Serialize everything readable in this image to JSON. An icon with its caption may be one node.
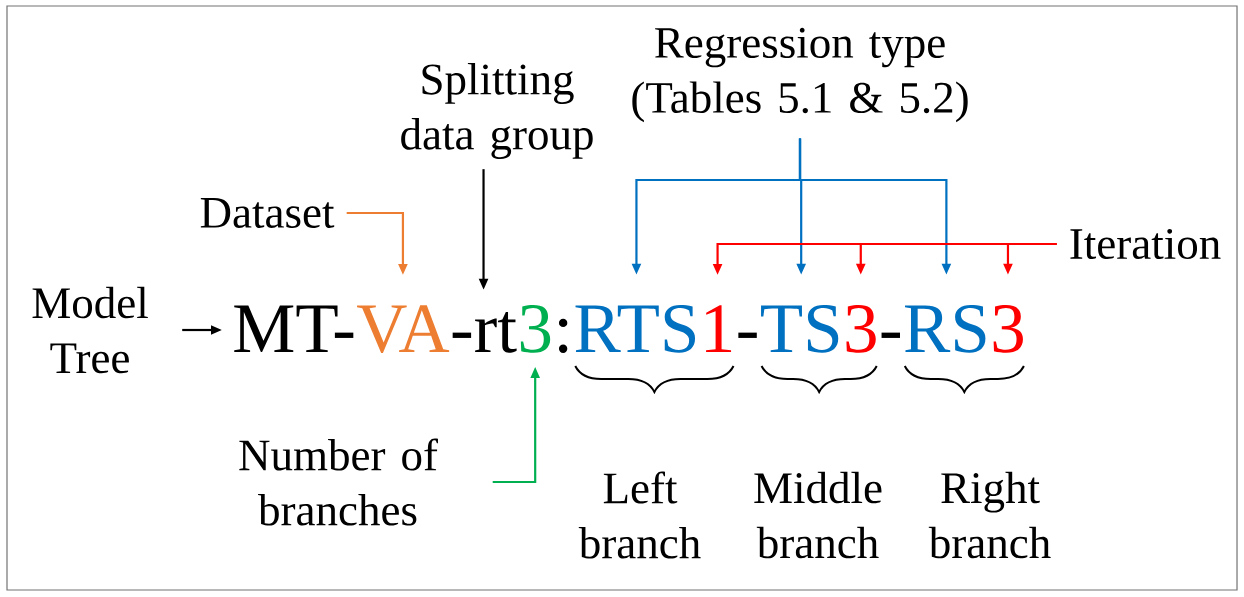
{
  "diagram": {
    "nodes": [
      {
        "text": [
          "Model Tree"
        ]
      },
      {
        "text": [
          "Dataset"
        ]
      },
      {
        "text": [
          "Splitting data group"
        ]
      },
      {
        "text": [
          "Regression type (Tables 5.1 & 5.2)"
        ]
      },
      {
        "text": [
          "Iteration"
        ]
      },
      {
        "text": [
          "MT-"
        ]
      },
      {
        "text": [
          "VA"
        ]
      },
      {
        "text": [
          "-rt"
        ]
      },
      {
        "text": [
          "3"
        ]
      },
      {
        "text": [
          "RTS"
        ]
      },
      {
        "text": [
          "1"
        ]
      },
      {
        "text": [
          "TS"
        ]
      },
      {
        "text": [
          "3"
        ]
      },
      {
        "text": [
          "RS"
        ]
      },
      {
        "text": [
          "3"
        ]
      },
      {
        "text": [
          "Number of branches"
        ]
      }
    ],
    "edges": [
      {
        "from": 0,
        "to": 5,
        "arrow": "to",
        "color": "#000000"
      },
      {
        "from": 1,
        "to": 6,
        "arrow": "to",
        "color": "#ed7d31"
      },
      {
        "from": 2,
        "to": 7,
        "arrow": "to",
        "color": "#000000"
      },
      {
        "from": 3,
        "to": 9,
        "arrow": "to",
        "color": "#0070c0"
      },
      {
        "from": 3,
        "to": 11,
        "arrow": "to",
        "color": "#0070c0"
      },
      {
        "from": 3,
        "to": 13,
        "arrow": "to",
        "color": "#0070c0"
      },
      {
        "from": 4,
        "to": 10,
        "arrow": "to",
        "color": "#ff0000"
      },
      {
        "from": 4,
        "to": 12,
        "arrow": "to",
        "color": "#ff0000"
      },
      {
        "from": 4,
        "to": 14,
        "arrow": "to",
        "color": "#ff0000"
      },
      {
        "from": 15,
        "to": 8,
        "arrow": "to",
        "color": "#00b050"
      }
    ],
    "labels": [
      ":",
      "-",
      "-",
      "Left branch",
      "Middle branch",
      "Right branch"
    ]
  }
}
